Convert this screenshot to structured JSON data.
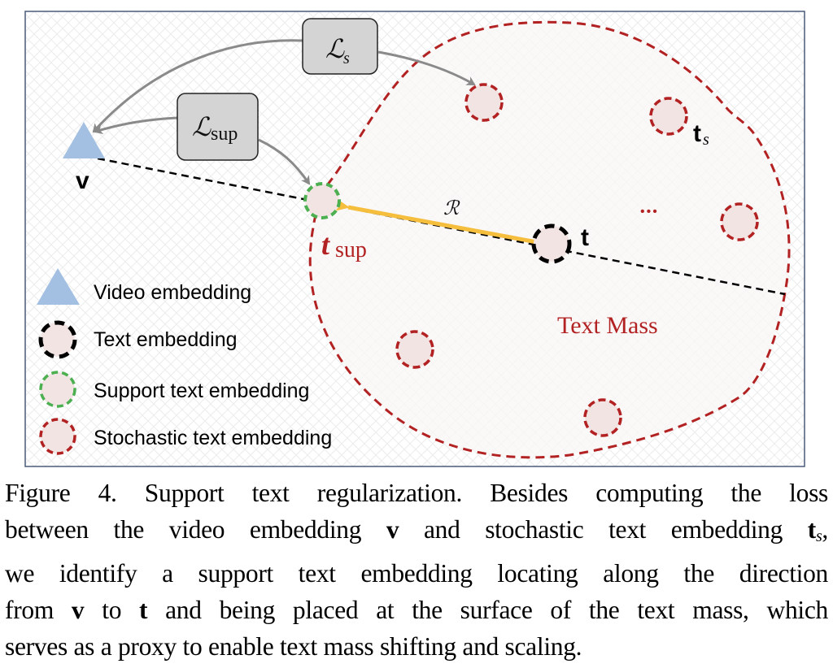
{
  "figure": {
    "labels": {
      "video": "v",
      "text": "t",
      "support_main": "t",
      "support_sub": "sup",
      "stochastic_main": "t",
      "stochastic_sub": "s",
      "regularizer": "ℛ",
      "loss_s_main": "ℒ",
      "loss_s_sub": "s",
      "loss_sup_main": "ℒ",
      "loss_sup_sub": "sup",
      "ellipsis": "•••",
      "text_mass": "Text Mass"
    },
    "legend": [
      {
        "icon": "triangle-icon",
        "label": "Video embedding"
      },
      {
        "icon": "black-dashed-circle-icon",
        "label": "Text embedding"
      },
      {
        "icon": "green-dashed-circle-icon",
        "label": "Support text embedding"
      },
      {
        "icon": "red-dashed-circle-icon",
        "label": "Stochastic text embedding"
      }
    ],
    "colors": {
      "frame": "#4a5a7a",
      "video": "#a3c0e2",
      "text_mass_stroke": "#b22222",
      "support_stroke": "#4caf50",
      "embedding_fill": "#f3e4e4",
      "regularizer_arrow": "#f5be3c",
      "loss_arrow": "#8a8a8a",
      "loss_box_fill": "#d4d4d4",
      "support_label": "#b22222",
      "text_mass_label": "#b22222"
    }
  },
  "caption": {
    "lines": [
      [
        {
          "t": "Figure 4.  Support text regularization.  Besides computing the loss"
        }
      ],
      [
        {
          "t": "between the video embedding "
        },
        {
          "t": "v",
          "b": true
        },
        {
          "t": " and stochastic text embedding "
        },
        {
          "t": "t",
          "b": true
        },
        {
          "t": "s",
          "sub": true
        },
        {
          "t": ","
        }
      ],
      [
        {
          "t": "we identify a support text embedding locating along the direction"
        }
      ],
      [
        {
          "t": "from "
        },
        {
          "t": "v",
          "b": true
        },
        {
          "t": " to "
        },
        {
          "t": "t",
          "b": true
        },
        {
          "t": " and being placed at the surface of the text mass, which"
        }
      ],
      [
        {
          "t": "serves as a proxy to enable text mass shifting and scaling."
        }
      ]
    ]
  }
}
